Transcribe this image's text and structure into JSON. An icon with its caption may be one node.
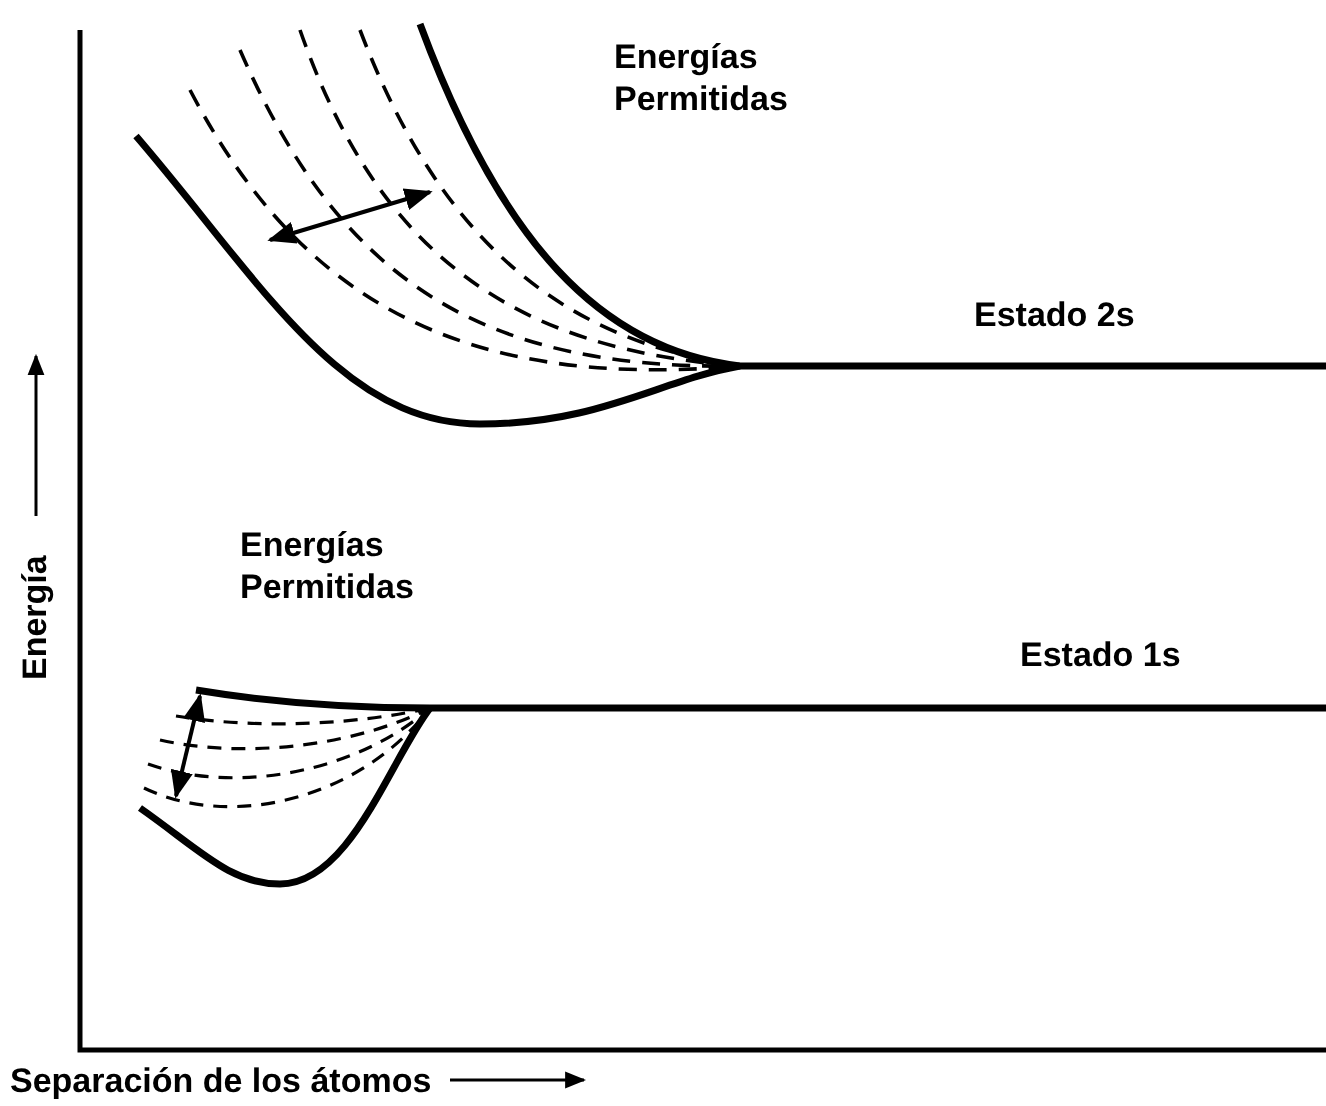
{
  "diagram": {
    "labels": [
      "Energías Permitidas",
      "Estado 2s",
      "Energías Permitidas",
      "Estado 1s",
      "Energía",
      "Separación de los átomos"
    ]
  }
}
